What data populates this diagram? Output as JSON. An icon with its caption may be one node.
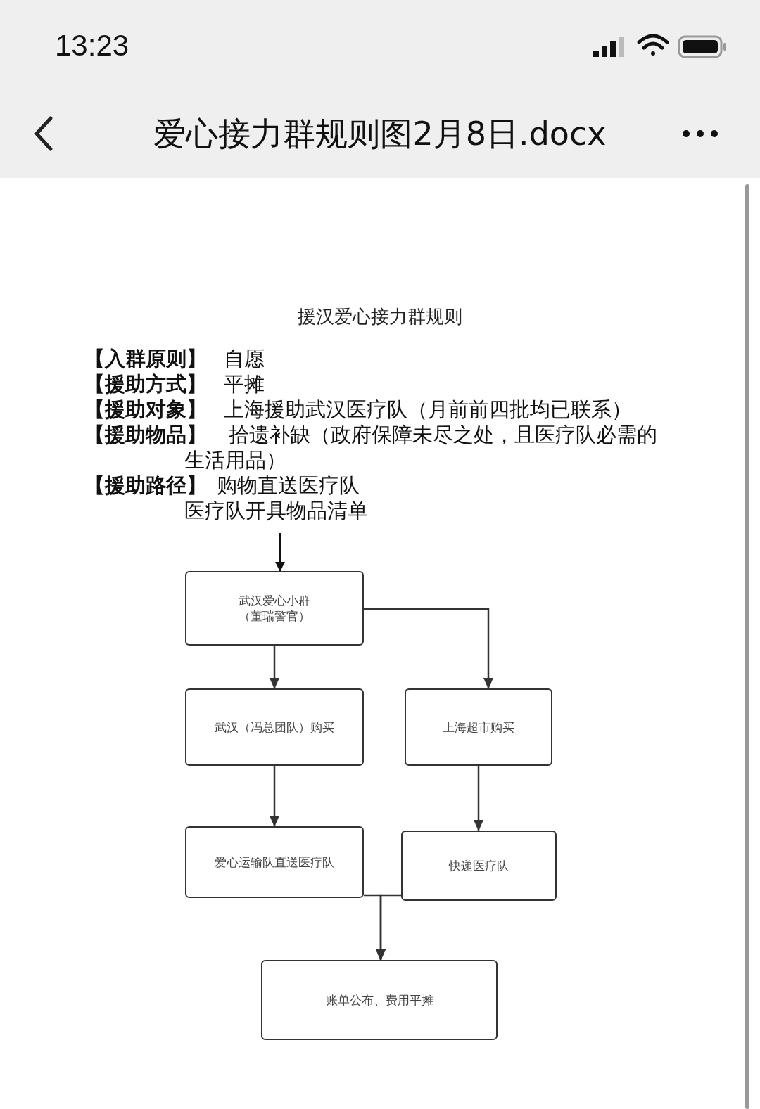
{
  "diagram": {
    "title": "援汉爱心接力群规则",
    "nodes": [
      {
        "text": [
          "武汉爱心小群（董瑞警官）"
        ]
      },
      {
        "text": [
          "武汉（冯总团队）购买"
        ]
      },
      {
        "text": [
          "上海超市购买"
        ]
      },
      {
        "text": [
          "爱心运输队直送医疗队"
        ]
      },
      {
        "text": [
          "快递医疗队"
        ]
      },
      {
        "text": [
          "账单公布、费用平摊"
        ]
      }
    ],
    "edges": [
      {
        "from": null,
        "to": 0,
        "arrow": "to"
      },
      {
        "from": 0,
        "to": 1,
        "arrow": "to"
      },
      {
        "from": 0,
        "to": 2,
        "arrow": "to"
      },
      {
        "from": 1,
        "to": 3,
        "arrow": "to"
      },
      {
        "from": 2,
        "to": 4,
        "arrow": "to"
      },
      {
        "from": 3,
        "to": 5,
        "arrow": "to"
      },
      {
        "from": 4,
        "to": 5,
        "arrow": "to"
      }
    ],
    "labels": [
      "13:23",
      "爱心接力群规则图2月8日.docx",
      "【入群原则】",
      "自愿",
      "【援助方式】",
      "平摊",
      "【援助对象】",
      "上海援助武汉医疗队（月前前四批均已联系）",
      "【援助物品】",
      "拾遗补缺（政府保障未尽之处，且医疗队必需的生活用品）",
      "【援助路径】",
      "购物直送医疗队",
      "医疗队开具物品清单"
    ]
  }
}
